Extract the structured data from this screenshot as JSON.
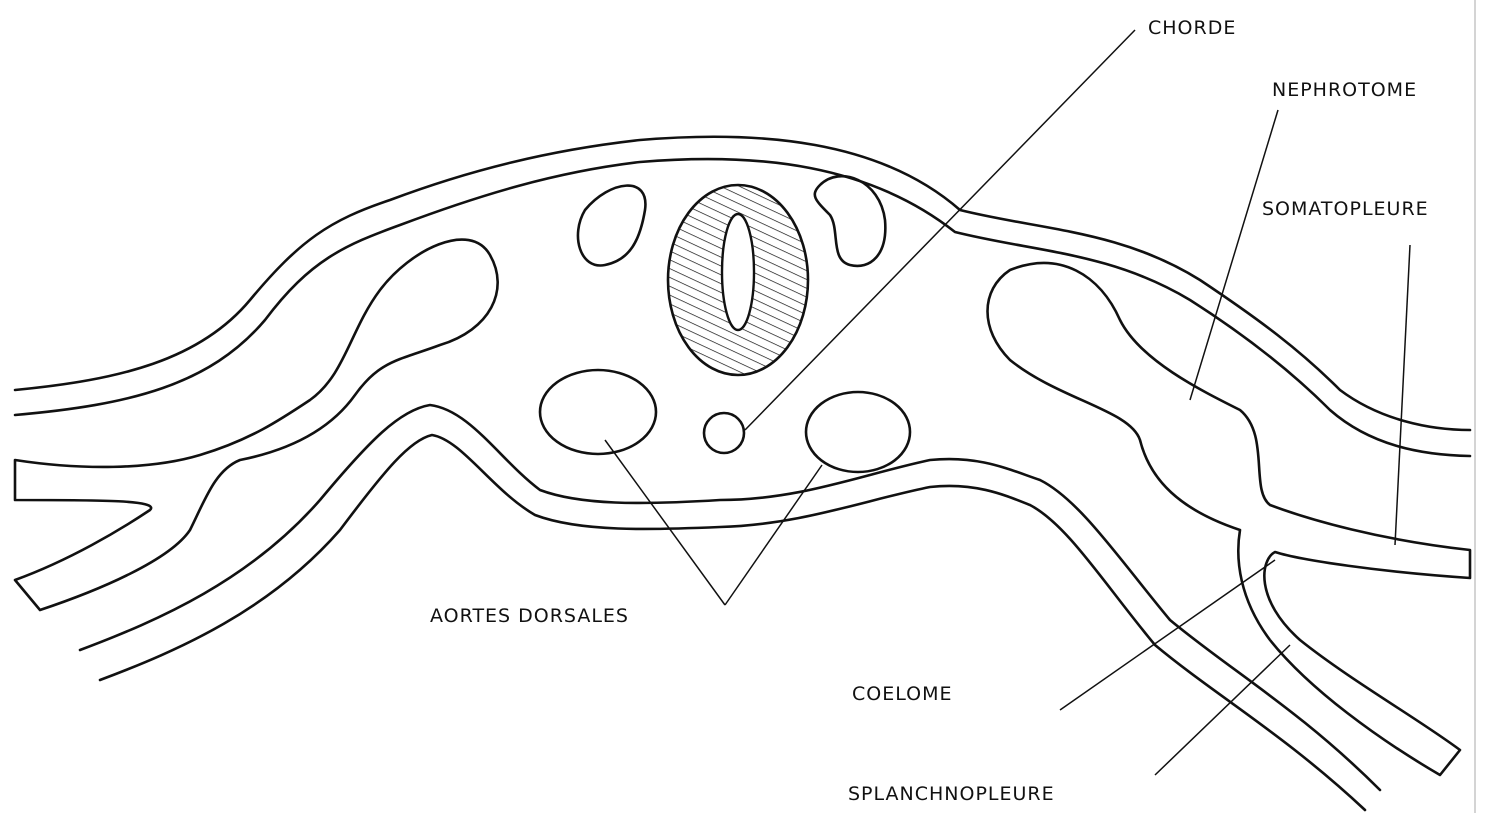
{
  "labels": {
    "chorde": "CHORDE",
    "nephrotome": "NEPHROTOME",
    "somatopleure": "SOMATOPLEURE",
    "aortes_dorsales": "AORTES DORSALES",
    "coelome": "COELOME",
    "splanchnopleure": "SPLANCHNOPLEURE"
  },
  "colors": {
    "ink": "#111111",
    "paper": "#ffffff"
  }
}
